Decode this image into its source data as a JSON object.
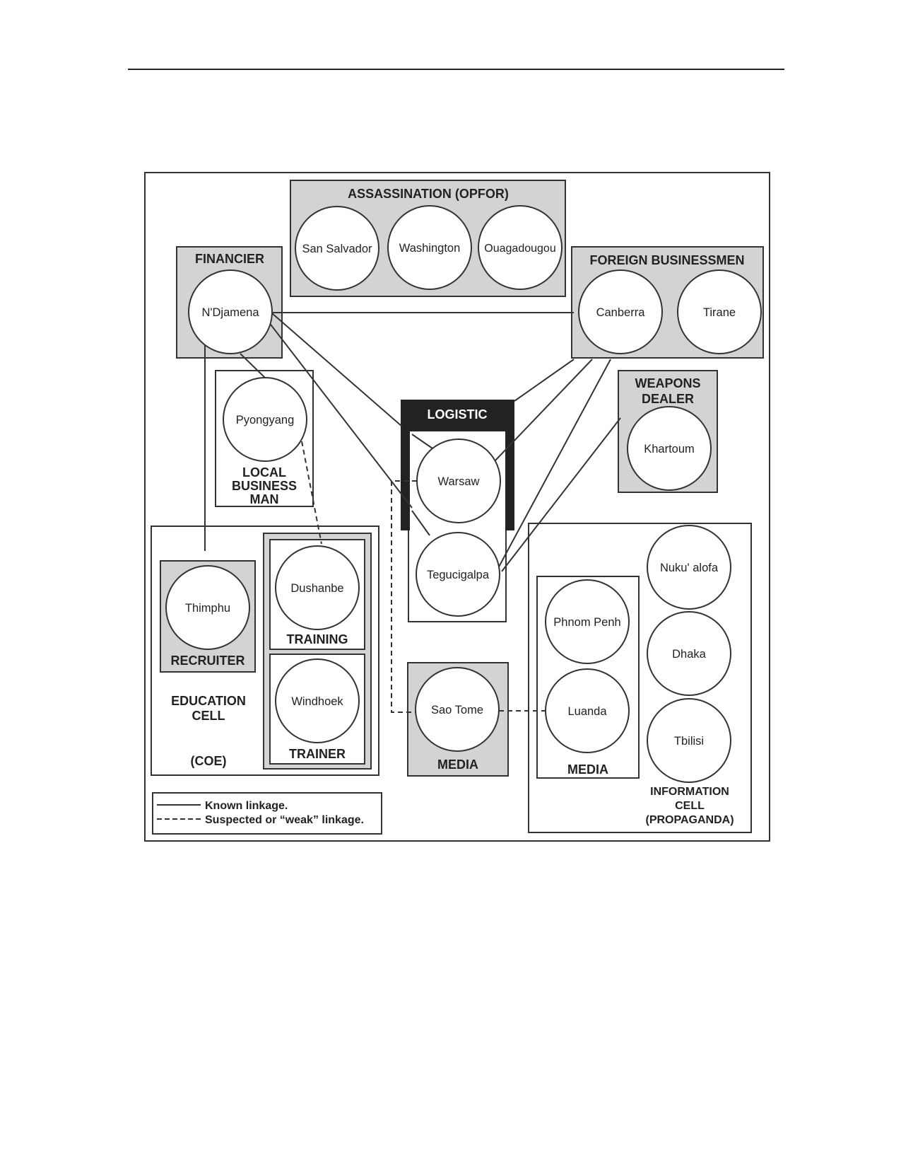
{
  "colors": {
    "group_fill": "#d3d3d3",
    "line": "#333333",
    "logistic_band": "#222222",
    "background": "#ffffff"
  },
  "groups": {
    "assassination": "ASSASSINATION (OPFOR)",
    "financier": "FINANCIER",
    "foreign_businessmen": "FOREIGN BUSINESSMEN",
    "weapons_dealer_1": "WEAPONS",
    "weapons_dealer_2": "DEALER",
    "local_business_1": "LOCAL",
    "local_business_2": "BUSINESS",
    "local_business_3": "MAN",
    "logistic": "LOGISTIC",
    "training": "TRAINING",
    "trainer": "TRAINER",
    "recruiter": "RECRUITER",
    "education_1": "EDUCATION",
    "education_2": "CELL",
    "education_3": "(COE)",
    "media_center": "MEDIA",
    "media_right": "MEDIA",
    "info_1": "INFORMATION",
    "info_2": "CELL",
    "info_3": "(PROPAGANDA)"
  },
  "nodes": {
    "san_salvador": "San Salvador",
    "washington": "Washington",
    "ouagadougou": "Ouagadougou",
    "ndjamena": "N'Djamena",
    "canberra": "Canberra",
    "tirane": "Tirane",
    "pyongyang": "Pyongyang",
    "khartoum": "Khartoum",
    "warsaw": "Warsaw",
    "tegucigalpa": "Tegucigalpa",
    "thimphu": "Thimphu",
    "dushanbe": "Dushanbe",
    "windhoek": "Windhoek",
    "sao_tome": "Sao Tome",
    "phnom_penh": "Phnom Penh",
    "luanda": "Luanda",
    "nukualofa": "Nuku' alofa",
    "dhaka": "Dhaka",
    "tbilisi": "Tbilisi"
  },
  "legend": {
    "known": "Known linkage.",
    "suspected": "Suspected or “weak” linkage."
  }
}
